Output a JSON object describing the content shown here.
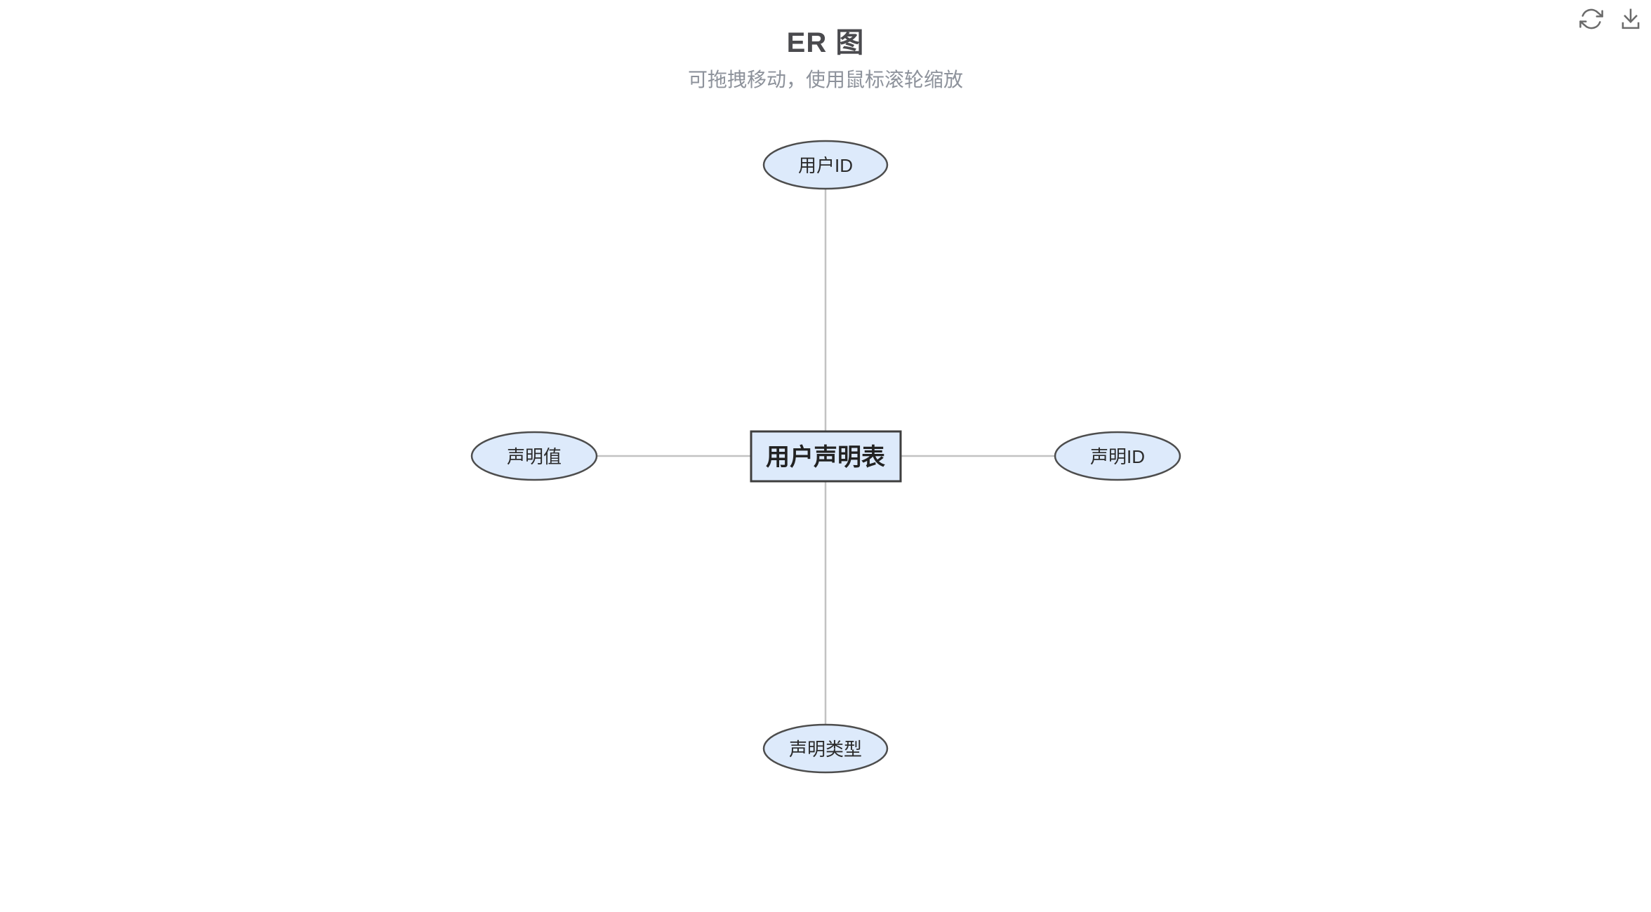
{
  "header": {
    "title": "ER 图",
    "subtitle": "可拖拽移动，使用鼠标滚轮缩放"
  },
  "toolbar": {
    "icons": [
      {
        "name": "refresh-icon"
      },
      {
        "name": "download-icon"
      }
    ]
  },
  "colors": {
    "background": "#ffffff",
    "node_fill": "#ddeafb",
    "node_border": "#4d4d4d",
    "entity_border": "#3e3e3e",
    "connector": "#c2c2c2",
    "title_text": "#4a4a4e",
    "subtitle_text": "#8d929b",
    "icon": "#6b6b6b",
    "node_text": "#2b2b2b"
  },
  "diagram": {
    "type": "er-diagram",
    "entity": {
      "label": "用户声明表",
      "shape": "rectangle"
    },
    "attributes": {
      "top": {
        "label": "用户ID",
        "shape": "ellipse"
      },
      "left": {
        "label": "声明值",
        "shape": "ellipse"
      },
      "right": {
        "label": "声明ID",
        "shape": "ellipse"
      },
      "bottom": {
        "label": "声明类型",
        "shape": "ellipse"
      }
    },
    "connections": [
      {
        "from": "用户声明表",
        "to": "用户ID"
      },
      {
        "from": "用户声明表",
        "to": "声明值"
      },
      {
        "from": "用户声明表",
        "to": "声明ID"
      },
      {
        "from": "用户声明表",
        "to": "声明类型"
      }
    ]
  }
}
